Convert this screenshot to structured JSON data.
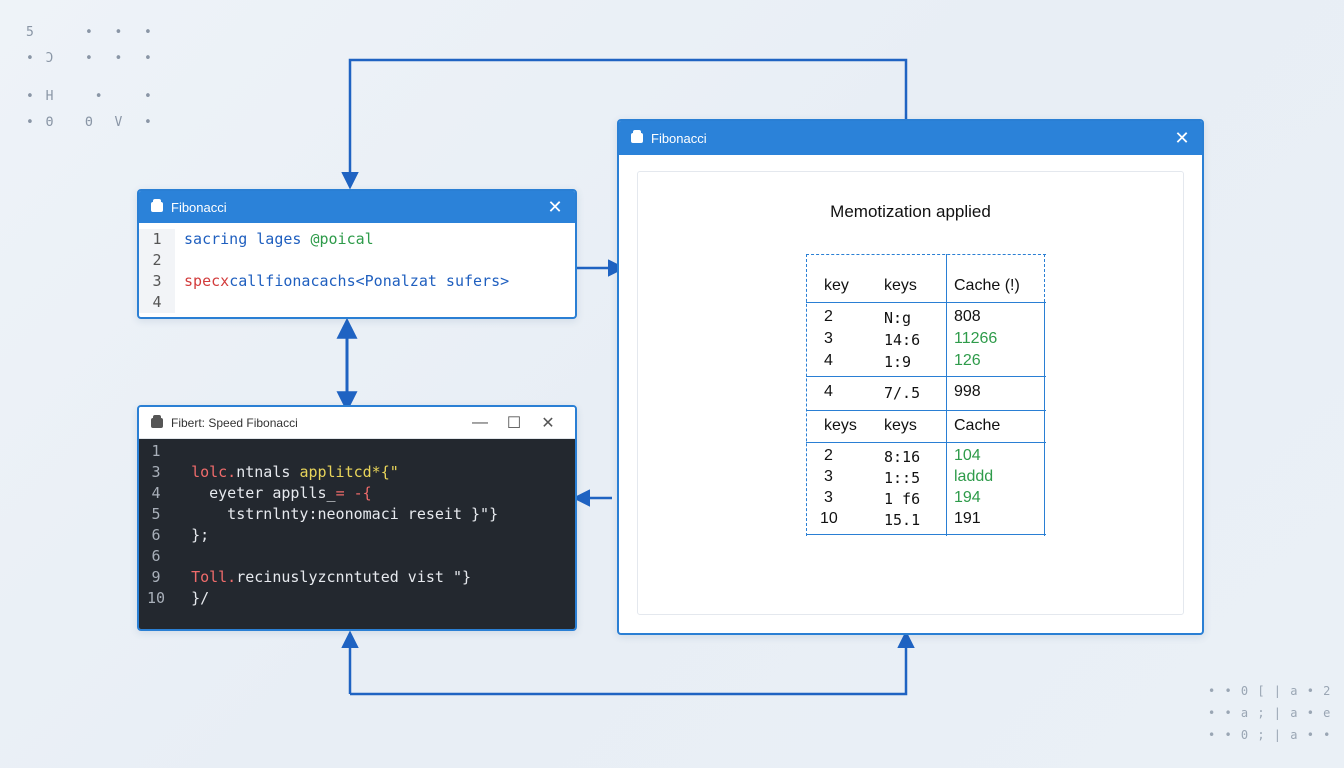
{
  "decor_left": [
    [
      "5",
      "•",
      "•",
      "•"
    ],
    [
      "•",
      "Ɔ",
      "•",
      "•",
      "•"
    ],
    [
      "•",
      "H",
      "•",
      "•"
    ],
    [
      "•",
      "Θ",
      "Θ",
      "V",
      "•"
    ]
  ],
  "decor_right": [
    "• • 0 [ | a • 2",
    "• • a ; | a • e",
    "• • 0 ; | a • •"
  ],
  "window_top": {
    "title": "Fibonacci",
    "lines": [
      {
        "n": "1",
        "a": "sacring lages ",
        "b": "@poical"
      },
      {
        "n": "2",
        "a": "",
        "b": ""
      },
      {
        "n": "3",
        "a": "specx",
        "b": "callfionacachs<Ponalzat sufers>"
      },
      {
        "n": "4",
        "a": "",
        "b": ""
      }
    ]
  },
  "window_bottom": {
    "title": "Fibert: Speed Fibonacci",
    "lines": [
      {
        "n": "1",
        "t1": "",
        "t2": "",
        "t3": ""
      },
      {
        "n": "3",
        "t1": "lolc.",
        "t2": "ntnals ",
        "t3": "applitcd*{\""
      },
      {
        "n": "4",
        "t1": "",
        "t2": "  eyeter applls_",
        "t3": "= -{"
      },
      {
        "n": "5",
        "t1": "",
        "t2": "    tstrnlnty:neonomaci reseit }\"}",
        "t3": ""
      },
      {
        "n": "6",
        "t1": "",
        "t2": "};",
        "t3": ""
      },
      {
        "n": "6",
        "t1": "",
        "t2": "",
        "t3": ""
      },
      {
        "n": "9",
        "t1": "Toll.",
        "t2": "recinuslyzcnntuted vist \"}",
        "t3": ""
      },
      {
        "n": "10",
        "t1": "",
        "t2": "}/",
        "t3": ""
      }
    ]
  },
  "window_right": {
    "title": "Fibonacci",
    "heading": "Memotization applied",
    "table1": {
      "headers": [
        "key",
        "keys",
        "Cache (!)"
      ],
      "rows": [
        [
          "2",
          "N:g",
          "808"
        ],
        [
          "3",
          "14:6",
          "11266"
        ],
        [
          "4",
          "1:9",
          "126"
        ]
      ],
      "extra_row": [
        "4",
        "7/.5",
        "998"
      ]
    },
    "table2": {
      "headers": [
        "keys",
        "keys",
        "Cache"
      ],
      "rows": [
        [
          "2",
          "8:16",
          "104"
        ],
        [
          "3",
          "1::5",
          "laddd"
        ],
        [
          "3",
          "1 f6",
          "194"
        ],
        [
          "10",
          "15.1",
          "191"
        ]
      ]
    }
  },
  "colors": {
    "accent": "#2b82d9",
    "arrow": "#1f63c2",
    "cache_green": "#2e9b4a",
    "code_bg": "#23282f"
  }
}
